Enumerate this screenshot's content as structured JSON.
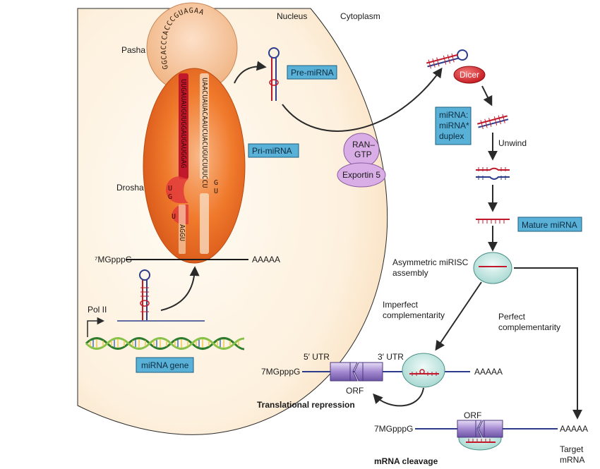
{
  "regions": {
    "nucleus": "Nucleus",
    "cytoplasm": "Cytoplasm"
  },
  "proteins": {
    "pasha": "Pasha",
    "drosha": "Drosha",
    "ran_line1": "RAN–",
    "ran_line2": "GTP",
    "exportin": "Exportin 5",
    "dicer": "Dicer"
  },
  "boxes": {
    "pre_mirna": "Pre-miRNA",
    "pri_mirna": "Pri-miRNA",
    "duplex_line1": "miRNA:",
    "duplex_line2": "miRNA*",
    "duplex_line3": "duplex",
    "mature": "Mature miRNA",
    "gene": "miRNA gene"
  },
  "transcript": {
    "cap": "⁷MGpppG",
    "tail": "AAAAA",
    "pol": "Pol II"
  },
  "sequence": {
    "loop": "GGCACCCACCCGUAGAA",
    "left_arm": "UUGAUAUGUUGGAUGAUGGAG",
    "right_arm": "UAACUAUACAAUCUACUGUCUUUCCU",
    "left_bulge": [
      "U",
      "G"
    ],
    "right_bulge": [
      "G",
      "U"
    ],
    "left_tail": "AGGU",
    "left_u": "U"
  },
  "steps": {
    "unwind": "Unwind",
    "asym_line1": "Asymmetric miRISC",
    "asym_line2": "assembly",
    "imperfect_line1": "Imperfect",
    "imperfect_line2": "complementarity",
    "perfect_line1": "Perfect",
    "perfect_line2": "complementarity"
  },
  "repression": {
    "cap": "7MGpppG",
    "utr5": "5′ UTR",
    "utr3": "3′ UTR",
    "orf": "ORF",
    "tail": "AAAAA",
    "title": "Translational repression"
  },
  "cleavage": {
    "cap": "7MGpppG",
    "orf": "ORF",
    "tail": "AAAAA",
    "target_line1": "Target",
    "target_line2": "mRNA",
    "title": "mRNA cleavage"
  },
  "colors": {
    "nucleus_fill": "#fdf0dd",
    "pasha": "#f6c8a0",
    "drosha": "#f07a2c",
    "box": "#59b1d8",
    "dicer": "#d9262e",
    "ran": "#d9aee6",
    "risc": "#cdeae6",
    "rna_red": "#c2182b",
    "rna_blue": "#2c3c8c",
    "orf": "#a48ad1"
  }
}
